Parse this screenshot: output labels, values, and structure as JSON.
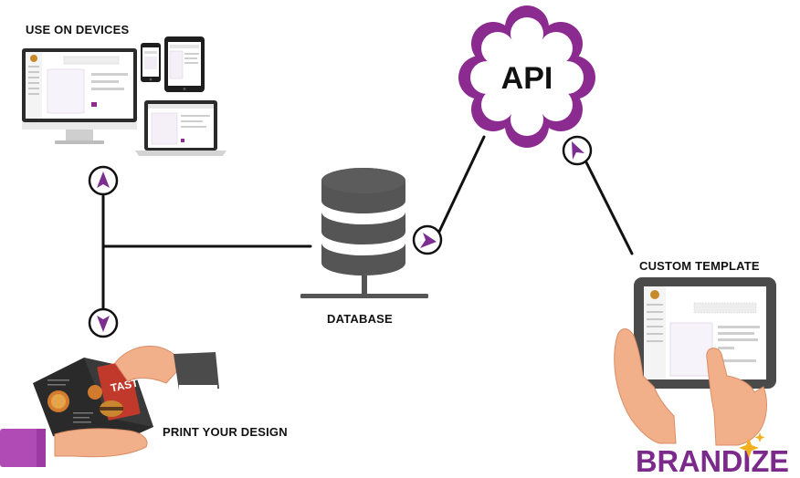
{
  "labels": {
    "use_on_devices": "USE ON DEVICES",
    "api": "API",
    "database": "DATABASE",
    "custom_template": "CUSTOM TEMPLATE",
    "print_your_design": "PRINT YOUR DESIGN",
    "brand_logo": "BRANDIZE"
  },
  "colors": {
    "accent_purple": "#8b2b8f",
    "arrow_purple": "#7c2e91",
    "connector_line": "#111111",
    "database_gray": "#555555",
    "brand_purple": "#7b2a8c",
    "star_gold": "#f2b01e"
  },
  "icons": {
    "database": "database-stack-icon",
    "api": "cloud-badge-icon",
    "arrow": "circled-arrow-icon"
  }
}
